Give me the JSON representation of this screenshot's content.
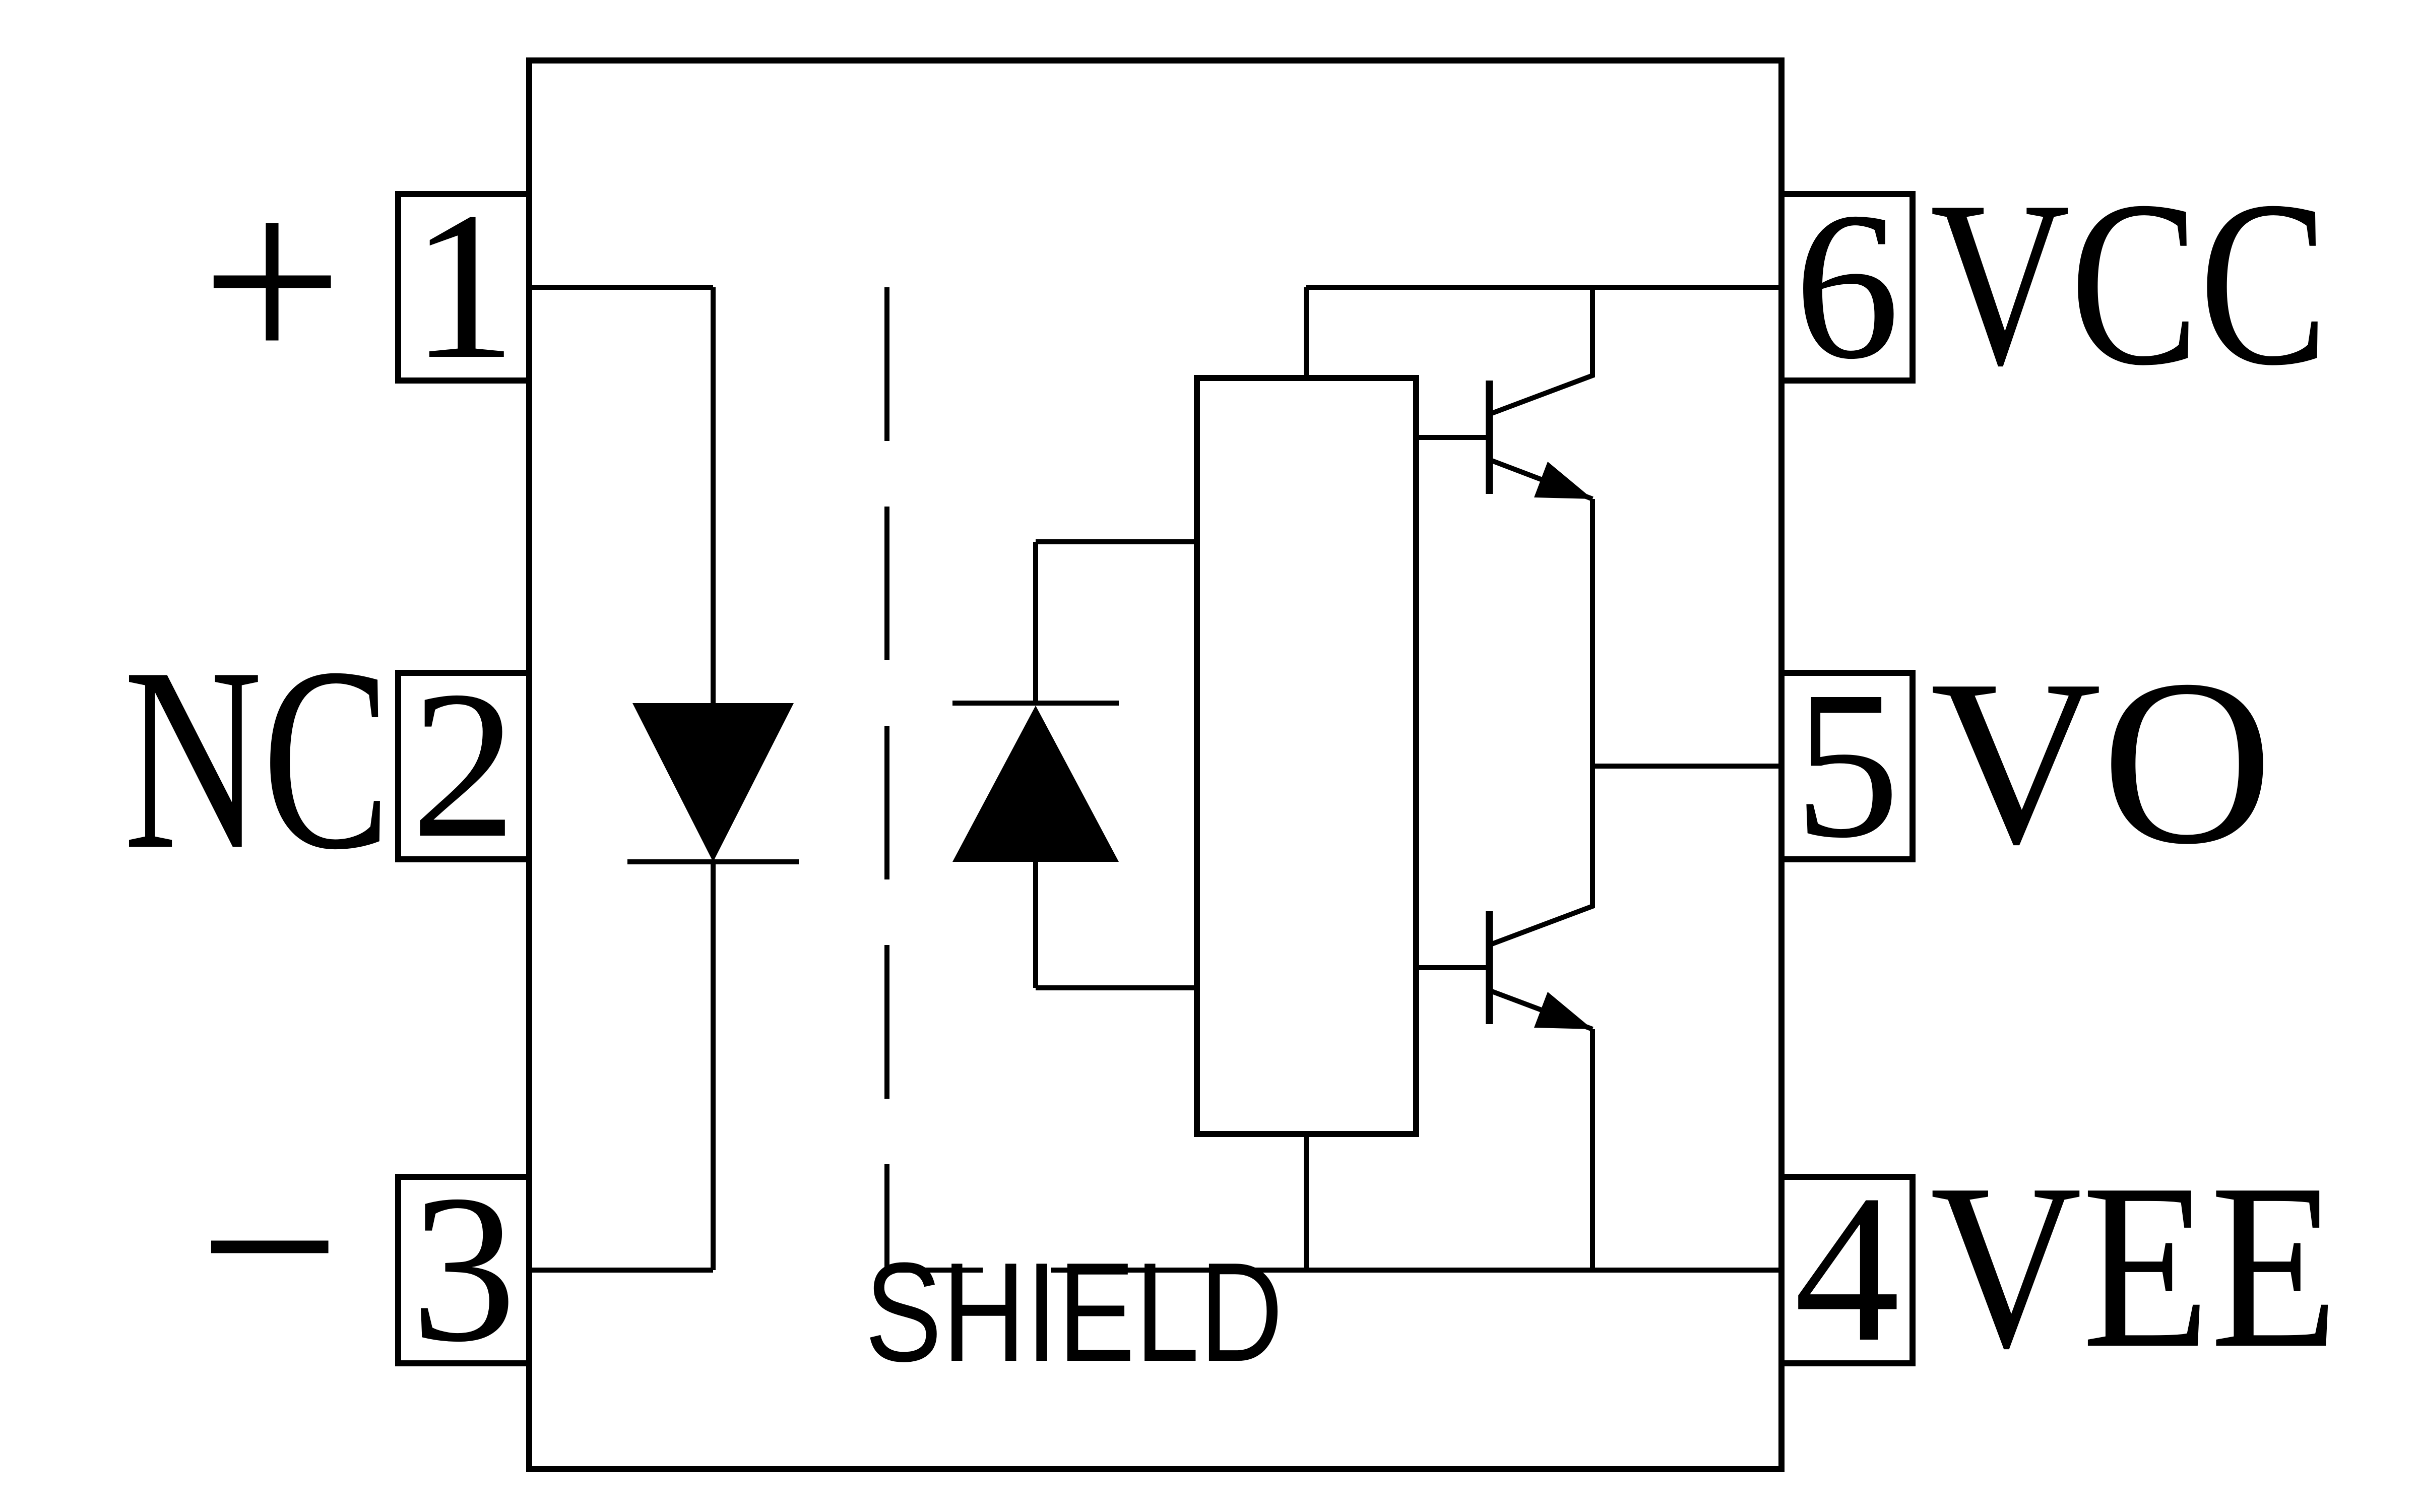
{
  "diagram_type": "optocoupler-6pin-pinout-schematic",
  "colors": {
    "line": "#000000",
    "background": "#ffffff"
  },
  "pins": {
    "p1": {
      "number": "1",
      "label": "+"
    },
    "p2": {
      "number": "2",
      "label": "NC"
    },
    "p3": {
      "number": "3",
      "label": "−"
    },
    "p4": {
      "number": "4",
      "label": "VEE"
    },
    "p5": {
      "number": "5",
      "label": "VO"
    },
    "p6": {
      "number": "6",
      "label": "VCC"
    }
  },
  "shield_label": "SHIELD"
}
